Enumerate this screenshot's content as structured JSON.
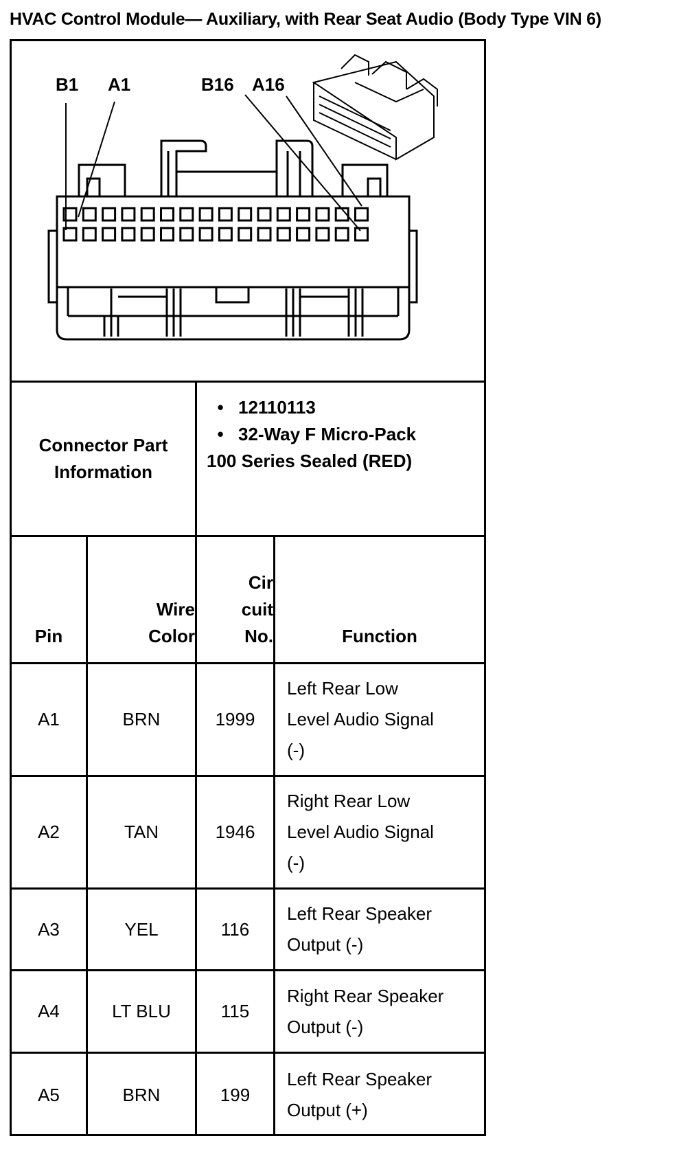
{
  "title": "HVAC Control Module— Auxiliary, with Rear Seat Audio (Body Type VIN 6)",
  "diagram": {
    "pin_labels": [
      "B1",
      "A1",
      "B16",
      "A16"
    ]
  },
  "connector_info": {
    "label_line1": "Connector Part",
    "label_line2": "Information",
    "items": [
      "12110113",
      "32-Way F Micro-Pack"
    ],
    "continuation": "100 Series Sealed (RED)"
  },
  "table": {
    "headers": {
      "pin": "Pin",
      "wire_color": [
        "Wire",
        "Color"
      ],
      "circuit": [
        "Cir",
        "cuit",
        "No."
      ],
      "function": "Function"
    },
    "rows": [
      {
        "pin": "A1",
        "color": "BRN",
        "circuit": "1999",
        "function": [
          "Left Rear Low",
          "Level Audio Signal",
          "(-)"
        ]
      },
      {
        "pin": "A2",
        "color": "TAN",
        "circuit": "1946",
        "function": [
          "Right Rear Low",
          "Level Audio Signal",
          "(-)"
        ]
      },
      {
        "pin": "A3",
        "color": "YEL",
        "circuit": "116",
        "function": [
          "Left Rear Speaker",
          "Output (-)"
        ]
      },
      {
        "pin": "A4",
        "color": "LT BLU",
        "circuit": "115",
        "function": [
          "Right Rear Speaker",
          "Output (-)"
        ]
      },
      {
        "pin": "A5",
        "color": "BRN",
        "circuit": "199",
        "function": [
          "Left Rear Speaker",
          "Output (+)"
        ]
      }
    ]
  }
}
